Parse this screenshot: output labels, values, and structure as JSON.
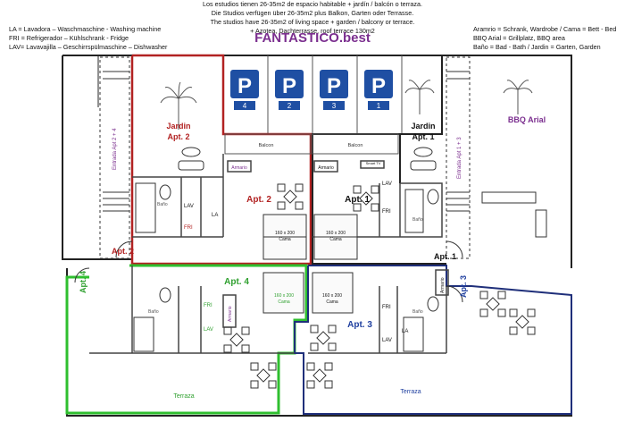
{
  "header": {
    "line1": "Los estudios tienen 26-35m2 de espacio habitable + jardín / balcón o terraza.",
    "line2": "Die Studios verfügen über 26-35m2 plus Balkon, Garten oder Terrasse.",
    "line3": "The studios have 26-35m2 of living space + garden / balcony or terrace.",
    "line4": "+ Azotea, Dachterrasse, roof terrace 130m2",
    "brand": "FANTASTICO.best"
  },
  "legend_left": [
    "LA = Lavadora – Waschmaschine - Washing machine",
    "FRI = Refrigerador – Kühlschrank - Fridge",
    "LAV= Lavavajilla – Geschirrspülmaschine – Dishwasher"
  ],
  "legend_right": [
    "Aramrio = Schrank, Wardrobe / Cama = Bett - Bed",
    "BBQ Arial = Grillplatz, BBQ area",
    "Baño = Bad - Bath / Jardin = Garten, Garden"
  ],
  "parking": [
    "4",
    "2",
    "3",
    "1"
  ],
  "parking_symbol": "P",
  "labels": {
    "jardin_apt2": "Jardin",
    "jardin_apt2_b": "Apt. 2",
    "jardin_apt1": "Jardin",
    "jardin_apt1_b": "Apt. 1",
    "bbq": "BBQ Arial",
    "entrada_apt24": "Entrada Apt 2 + 4",
    "entrada_apt13": "Entrada Apt 1 + 3",
    "balcon_left": "Balcon",
    "balcon_right": "Balcon",
    "armario_apt2": "Armario",
    "armario_apt1": "Armario",
    "armario_apt4": "Armario",
    "armario_apt3": "Armario",
    "apt2": "Apt. 2",
    "apt1": "Apt. 1",
    "apt4": "Apt. 4",
    "apt3": "Apt. 3",
    "bed_size": "160 x 200",
    "bed_word": "Cama",
    "bano": "Baño",
    "lav": "LAV",
    "fri": "FRI",
    "la": "LA",
    "apt2_door": "Apt. 2",
    "apt1_door": "Apt. 1",
    "apt4_door": "Apt. 4",
    "apt3_door": "Apt. 3",
    "terraza_left": "Terraza",
    "terraza_right": "Terraza",
    "smart_tv": "Smart TV"
  },
  "colors": {
    "apt2_outline": "#b22222",
    "apt4_outline": "#2fbf2f",
    "apt3_outline": "#1f2f7a",
    "parking_blue": "#1f4fa3",
    "label_purple": "#7b2f8f",
    "label_green": "#2fa02f",
    "label_blue": "#1f3f9f"
  }
}
